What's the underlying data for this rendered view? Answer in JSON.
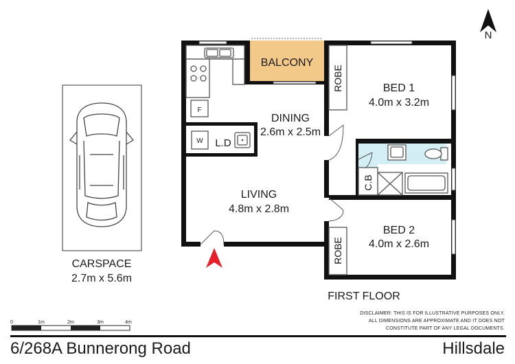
{
  "compass": {
    "label": "N"
  },
  "carspace": {
    "name": "CARSPACE",
    "dims": "2.7m x 5.6m"
  },
  "rooms": {
    "balcony": "BALCONY",
    "bed1": {
      "name": "BED 1",
      "dims": "4.0m x 3.2m"
    },
    "robe1": "ROBE",
    "dining": {
      "name": "DINING",
      "dims": "2.6m x 2.5m"
    },
    "laundry": "L.D",
    "washer": "W",
    "fridge": "F",
    "cupboard": "C.B",
    "living": {
      "name": "LIVING",
      "dims": "4.8m x 2.8m"
    },
    "bed2": {
      "name": "BED 2",
      "dims": "4.0m x 2.6m"
    },
    "robe2": "ROBE"
  },
  "floor_label": "FIRST FLOOR",
  "scale_bar": {
    "ticks": [
      "0",
      "1m",
      "2m",
      "3m",
      "4m"
    ]
  },
  "disclaimer": {
    "line1": "DISCLAIMER: THIS IS FOR ILLUSTRATIVE PURPOSES ONLY.",
    "line2": "ALL DIMENSIONS ARE APPROXIMATE AND IT DOES NOT",
    "line3": "CONSTITUTE PART OF ANY LEGAL DOCUMENTS."
  },
  "footer": {
    "address": "6/268A Bunnerong Road",
    "suburb": "Hillsdale"
  },
  "colors": {
    "balcony": "#F3C98A",
    "bathroom": "#D4EEF5",
    "entry_arrow": "#E5202B",
    "walls": "#111111"
  }
}
